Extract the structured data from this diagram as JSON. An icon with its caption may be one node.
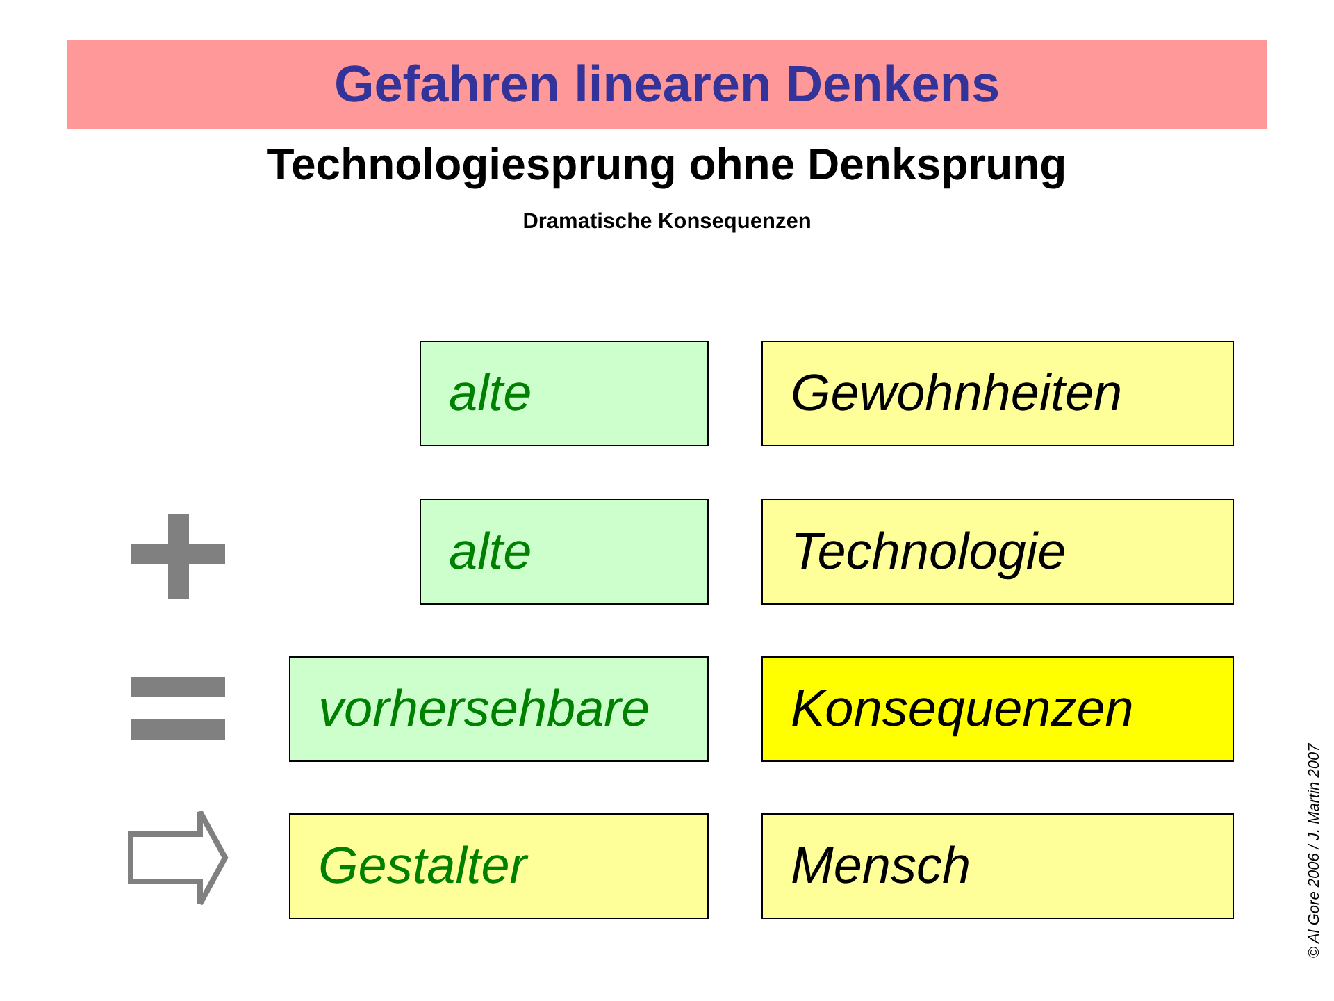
{
  "diagram": {
    "title": "Gefahren linearen Denkens",
    "nodes": [
      {
        "text": [
          "alte"
        ]
      },
      {
        "text": [
          "Gewohnheiten"
        ]
      },
      {
        "text": [
          "alte"
        ]
      },
      {
        "text": [
          "Technologie"
        ]
      },
      {
        "text": [
          "vorhersehbare"
        ]
      },
      {
        "text": [
          "Konsequenzen"
        ]
      },
      {
        "text": [
          "Gestalter"
        ]
      },
      {
        "text": [
          "Mensch"
        ]
      }
    ],
    "labels": [
      "Technologiesprung ohne Denksprung",
      "Dramatische Konsequenzen",
      "© Al Gore 2006 / J. Martin 2007"
    ]
  }
}
